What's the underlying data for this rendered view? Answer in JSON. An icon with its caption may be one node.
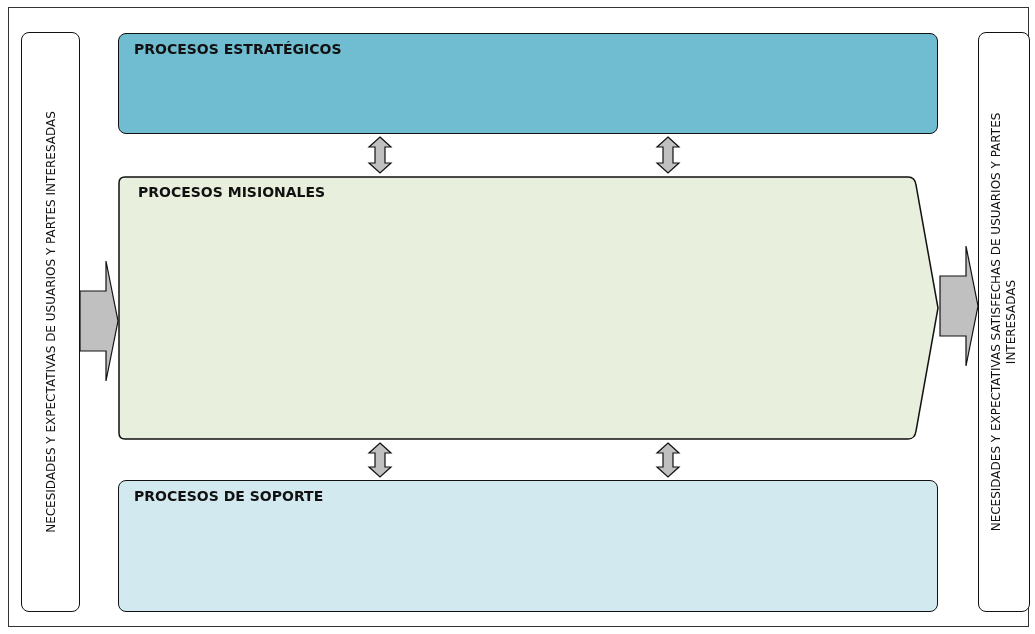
{
  "diagram": {
    "nodes": [
      {
        "text": [
          "NECESIDADES Y EXPECTATIVAS DE USUARIOS Y PARTES INTERESADAS"
        ]
      },
      {
        "text": [
          "PROCESOS ESTRATÉGICOS"
        ]
      },
      {
        "text": [
          "PROCESOS MISIONALES"
        ]
      },
      {
        "text": [
          "PROCESOS DE SOPORTE"
        ]
      },
      {
        "text": [
          "NECESIDADES Y EXPECTATIVAS SATISFECHAS DE USUARIOS Y PARTES INTERESADAS"
        ]
      }
    ],
    "edges": [
      {
        "from": 0,
        "to": 2,
        "arrow": "to"
      },
      {
        "from": 1,
        "to": 2,
        "arrow": "both"
      },
      {
        "from": 1,
        "to": 2,
        "arrow": "both"
      },
      {
        "from": 2,
        "to": 3,
        "arrow": "both"
      },
      {
        "from": 2,
        "to": 3,
        "arrow": "both"
      },
      {
        "from": 2,
        "to": 4,
        "arrow": "to"
      }
    ]
  }
}
